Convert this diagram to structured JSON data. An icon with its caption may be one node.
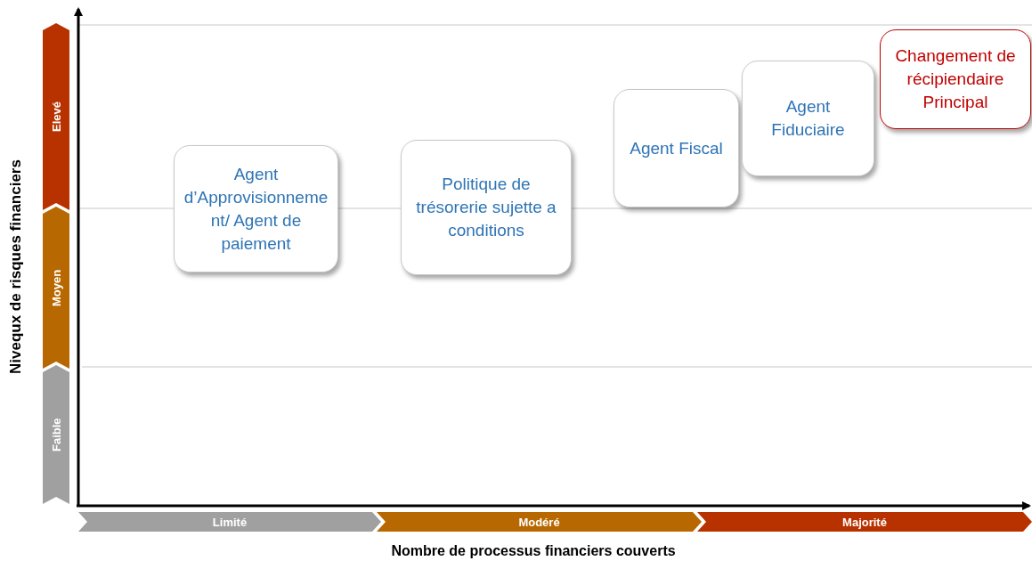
{
  "diagram": {
    "nodes": [
      {
        "text": [
          "Agent d’Approvisionnement/ Agent de paiement"
        ]
      },
      {
        "text": [
          "Politique de trésorerie sujette a conditions"
        ]
      },
      {
        "text": [
          "Agent Fiscal"
        ]
      },
      {
        "text": [
          "Agent Fiduciaire"
        ]
      },
      {
        "text": [
          "Changement de récipiendaire Principal"
        ]
      }
    ],
    "edges": [],
    "labels": [
      "Elevé",
      "Moyen",
      "Faible",
      "Nivequx de risques financiers",
      "Limité",
      "Modéré",
      "Majorité",
      "Nombre de processus financiers couverts"
    ]
  }
}
